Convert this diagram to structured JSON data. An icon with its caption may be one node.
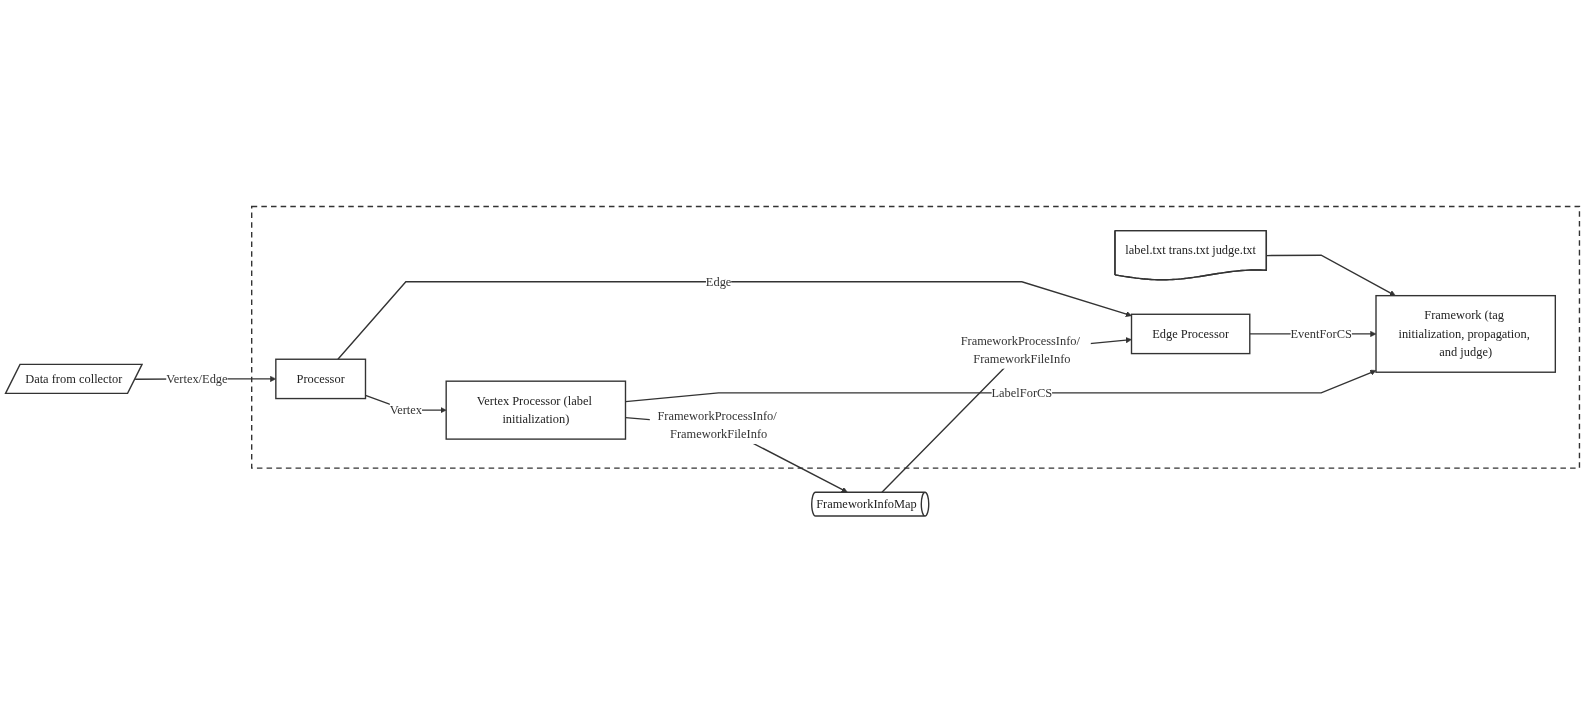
{
  "diagram": {
    "nodes": [
      {
        "text": [],
        "shape": "box"
      },
      {
        "text": [
          "label.txt trans.txt judge.txt"
        ],
        "in": 0
      },
      {
        "text": [
          "Framework (tag initialization, propagation, and judge)"
        ],
        "in": 0
      },
      {
        "text": [
          "Edge Processor"
        ],
        "in": 0
      },
      {
        "text": [
          "Data from collector"
        ]
      },
      {
        "text": [
          "Processor"
        ],
        "in": 0
      },
      {
        "text": [
          "Vertex Processor (label initialization)"
        ],
        "in": 0
      },
      {
        "text": [
          "FrameworkInfoMap"
        ]
      }
    ],
    "edges": [
      {
        "from": 1,
        "to": 2,
        "arrow": "to"
      },
      {
        "from": 3,
        "to": 2,
        "arrow": "to",
        "label": "EventForCS"
      },
      {
        "from": 6,
        "to": 2,
        "arrow": "to",
        "label": "LabelForCS"
      },
      {
        "from": 5,
        "to": 3,
        "arrow": "to",
        "label": "Edge"
      },
      {
        "from": 7,
        "to": 3,
        "arrow": "to",
        "label": "FrameworkProcessInfo/ FrameworkFileInfo"
      },
      {
        "from": 4,
        "to": 5,
        "arrow": "to",
        "label": "Vertex/Edge"
      },
      {
        "from": 5,
        "to": 6,
        "arrow": "to",
        "label": "Vertex"
      },
      {
        "from": 6,
        "to": 7,
        "arrow": "to",
        "label": "FrameworkProcessInfo/ FrameworkFileInfo"
      }
    ]
  }
}
